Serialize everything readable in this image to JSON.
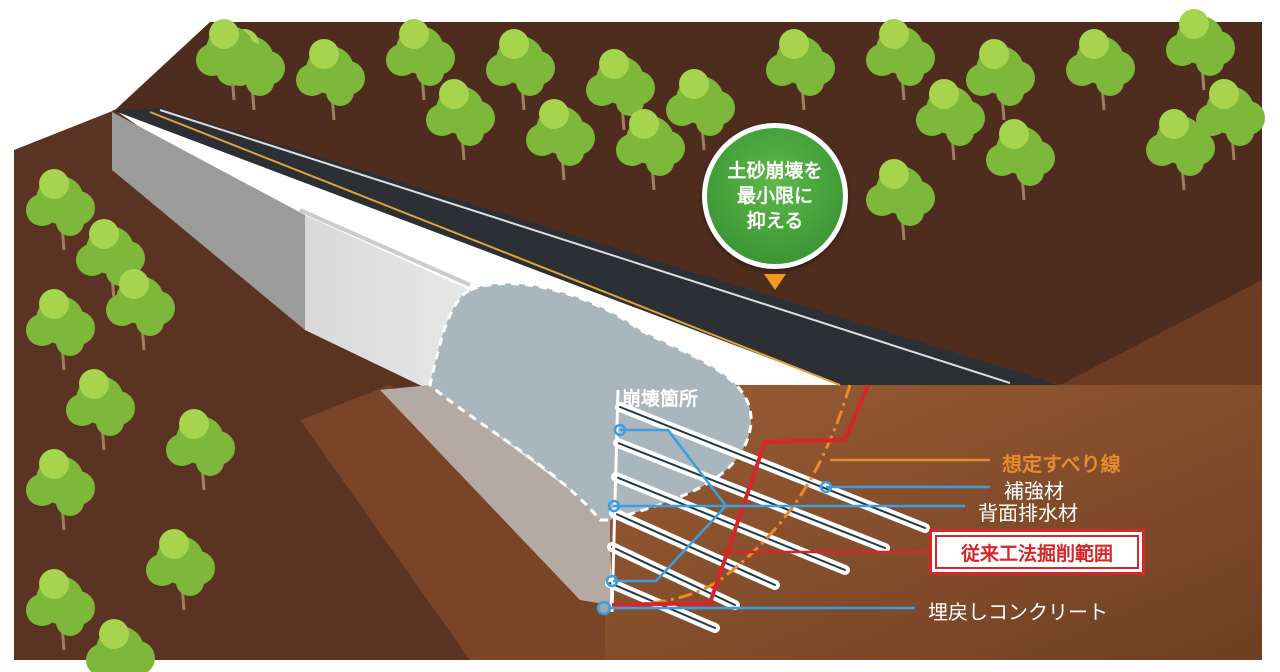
{
  "badge": {
    "line1": "土砂崩壊を",
    "line2": "最小限に",
    "line3": "抑える"
  },
  "labels": {
    "collapse_area": "崩壊箇所",
    "assumed_slip_line": "想定すべり線",
    "reinforcement": "補強材",
    "back_drainage": "背面排水材",
    "conventional_excavation": "従来工法掘削範囲",
    "backfill_concrete": "埋戻しコンクリート"
  },
  "colors": {
    "soil_dark": "#4a2a1c",
    "soil_cut": "#8a5330",
    "road": "#2c2f33",
    "collapse": "#a9b6bd",
    "tree_green": "#8cc43c",
    "badge_green": "#3d9a36",
    "slip_line": "#e88a2e",
    "excavation_line": "#d7262a",
    "leader_blue": "#3b9ee0"
  }
}
